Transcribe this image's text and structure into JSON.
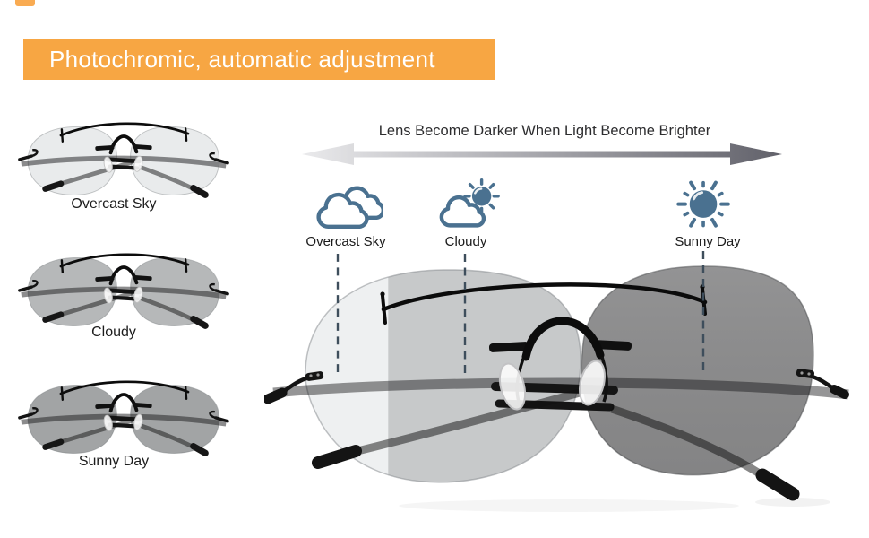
{
  "header": {
    "banner_title": "Photochromic, automatic adjustment",
    "banner_color": "#F7A643",
    "banner_text_color": "#FFFFFF",
    "corner_mark_color": "#F9AB52"
  },
  "arrow": {
    "label": "Lens Become Darker When Light Become Brighter",
    "gradient_left": "#EAEAEC",
    "gradient_right": "#61616A"
  },
  "conditions": [
    {
      "label": "Overcast Sky",
      "icon": "overcast-clouds-icon"
    },
    {
      "label": "Cloudy",
      "icon": "cloud-with-sun-icon"
    },
    {
      "label": "Sunny Day",
      "icon": "sun-icon"
    }
  ],
  "products": [
    {
      "label": "Overcast Sky",
      "lens_color": "#E9EBEC"
    },
    {
      "label": "Cloudy",
      "lens_color": "#B6B8B9"
    },
    {
      "label": "Sunny Day",
      "lens_color": "#A2A4A5"
    }
  ],
  "main_glasses": {
    "left_lens_light": "#EEF0F1",
    "left_lens_mid": "#C7C9CA",
    "right_lens": "#8B8B8C"
  },
  "icon_color": "#4A7190",
  "dashed_line_color": "#3E4E5C"
}
